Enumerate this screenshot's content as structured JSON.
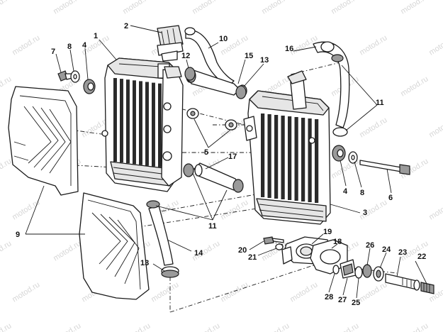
{
  "watermark": {
    "text": "motod.ru"
  },
  "callouts": [
    {
      "id": "c1",
      "label": "1"
    },
    {
      "id": "c2",
      "label": "2"
    },
    {
      "id": "c3",
      "label": "3"
    },
    {
      "id": "c4a",
      "label": "4"
    },
    {
      "id": "c4b",
      "label": "4"
    },
    {
      "id": "c5",
      "label": "5"
    },
    {
      "id": "c6",
      "label": "6"
    },
    {
      "id": "c7",
      "label": "7"
    },
    {
      "id": "c8a",
      "label": "8"
    },
    {
      "id": "c8b",
      "label": "8"
    },
    {
      "id": "c9",
      "label": "9"
    },
    {
      "id": "c10",
      "label": "10"
    },
    {
      "id": "c11a",
      "label": "11"
    },
    {
      "id": "c11b",
      "label": "11"
    },
    {
      "id": "c12",
      "label": "12"
    },
    {
      "id": "c13a",
      "label": "13"
    },
    {
      "id": "c13b",
      "label": "13"
    },
    {
      "id": "c14",
      "label": "14"
    },
    {
      "id": "c15",
      "label": "15"
    },
    {
      "id": "c16",
      "label": "16"
    },
    {
      "id": "c17",
      "label": "17"
    },
    {
      "id": "c18",
      "label": "18"
    },
    {
      "id": "c19",
      "label": "19"
    },
    {
      "id": "c20",
      "label": "20"
    },
    {
      "id": "c21",
      "label": "21"
    },
    {
      "id": "c22",
      "label": "22"
    },
    {
      "id": "c23",
      "label": "23"
    },
    {
      "id": "c24",
      "label": "24"
    },
    {
      "id": "c25",
      "label": "25"
    },
    {
      "id": "c26",
      "label": "26"
    },
    {
      "id": "c27",
      "label": "27"
    },
    {
      "id": "c28",
      "label": "28"
    }
  ]
}
